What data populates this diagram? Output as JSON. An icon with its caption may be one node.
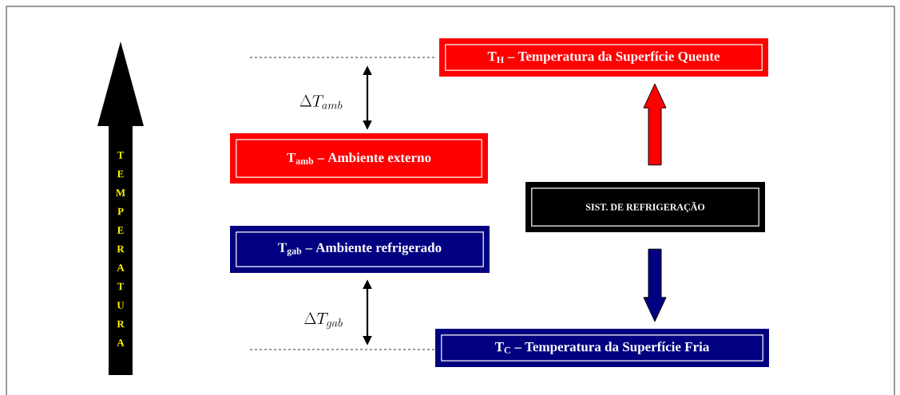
{
  "diagram": {
    "nodes": [
      {
        "text": [
          "T$_{H}$ – Temperatura da Superfície Quente"
        ]
      },
      {
        "text": [
          "T$_{amb}$ – Ambiente externo"
        ]
      },
      {
        "text": [
          "T$_{gab}$ – Ambiente refrigerado"
        ]
      },
      {
        "text": [
          "SIST. DE REFRIGERAÇÃO"
        ]
      },
      {
        "text": [
          "T$_{C}$ – Temperatura da Superfície Fria"
        ]
      },
      {
        "text": [
          "TEMPERATURA"
        ]
      }
    ],
    "edges": [
      {
        "from": 3,
        "to": 0,
        "arrow": "to",
        "style": "thick",
        "color": "#ff0000"
      },
      {
        "from": 3,
        "to": 4,
        "arrow": "to",
        "style": "thick",
        "color": "#000080"
      }
    ],
    "labels": [
      "\\Delta T_{amb}",
      "\\Delta T_{gab}"
    ]
  }
}
